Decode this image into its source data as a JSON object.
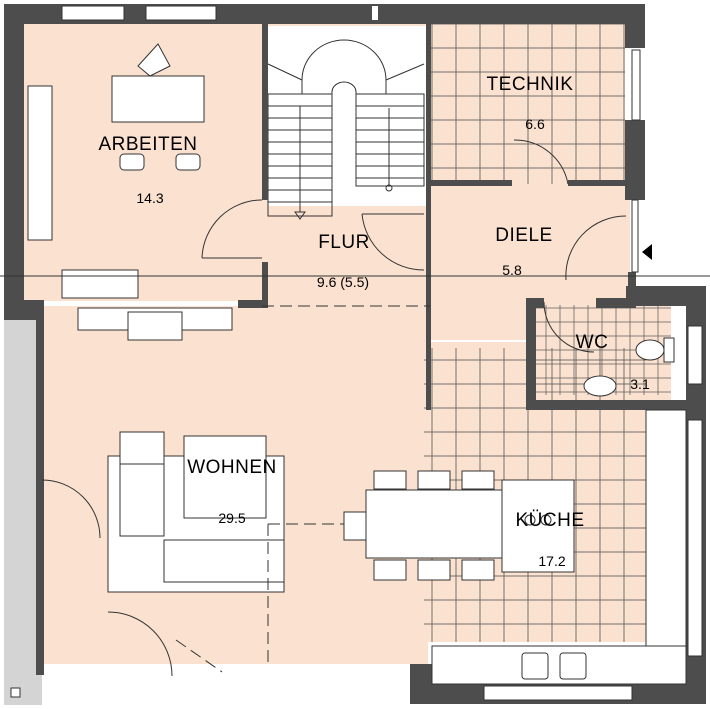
{
  "plan": {
    "colors": {
      "wall": "#4d4d4d",
      "room_fill": "#fbe1cf",
      "outside_strip": "#d0d0d0",
      "line": "#333333"
    },
    "rooms": [
      {
        "key": "arbeiten",
        "name": "ARBEITEN",
        "area": "14.3"
      },
      {
        "key": "flur",
        "name": "FLUR",
        "area": "9.6 (5.5)"
      },
      {
        "key": "technik",
        "name": "TECHNIK",
        "area": "6.6"
      },
      {
        "key": "diele",
        "name": "DIELE",
        "area": "5.8"
      },
      {
        "key": "wc",
        "name": "WC",
        "area": "3.1"
      },
      {
        "key": "wohnen",
        "name": "WOHNEN",
        "area": "29.5"
      },
      {
        "key": "kueche",
        "name": "KÜCHE",
        "area": "17.2"
      }
    ]
  }
}
